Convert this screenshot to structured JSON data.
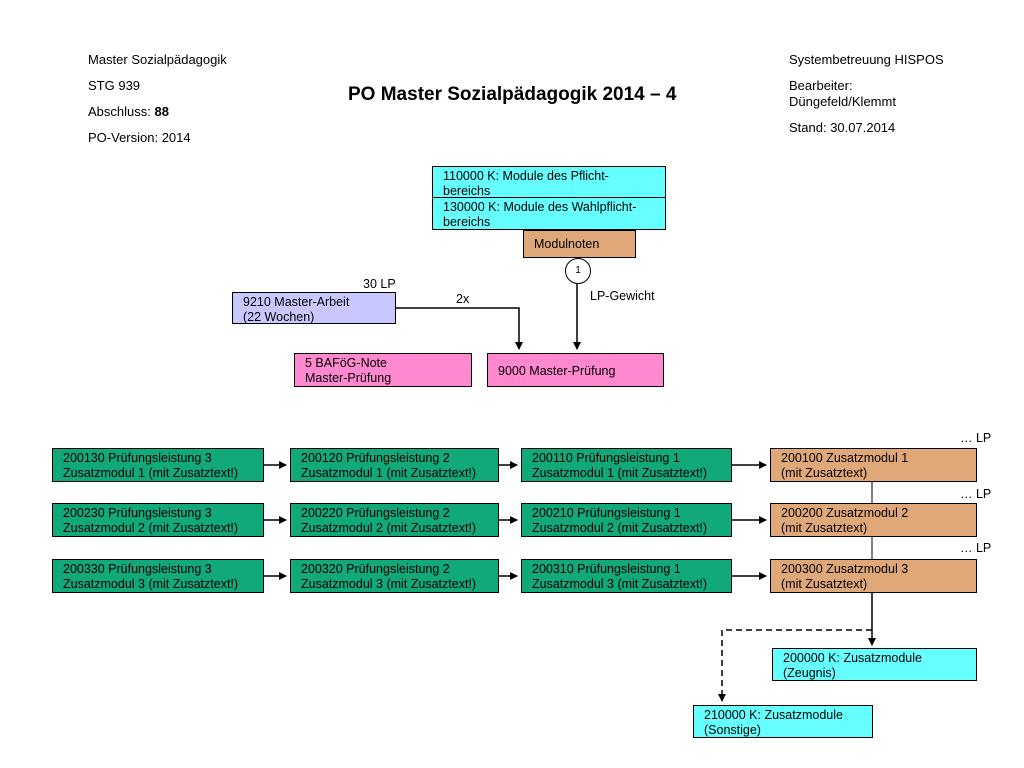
{
  "header_left": {
    "course": "Master Sozialpädagogik",
    "stg": "STG 939",
    "abschluss_label": "Abschluss: ",
    "abschluss_value": "88",
    "po_version": "PO-Version: 2014"
  },
  "header_right": {
    "system": "Systembetreuung HISPOS",
    "bearbeiter_label": "Bearbeiter:",
    "bearbeiter_names": "Düngefeld/Klemmt",
    "stand": "Stand: 30.07.2014"
  },
  "title": "PO Master Sozialpädagogik 2014 – 4",
  "top_boxes": {
    "pflicht_line1": "110000 K: Module des Pflicht-",
    "pflicht_line2": "bereichs",
    "wahlpflicht_line1": "130000 K: Module des Wahlpflicht-",
    "wahlpflicht_line2": "bereichs",
    "modulnoten": "Modulnoten",
    "circle_number": "1",
    "lp_gewicht": "LP-Gewicht"
  },
  "thesis": {
    "lp": "30 LP",
    "line1": "9210 Master-Arbeit",
    "line2": "(22 Wochen)",
    "weight": "2x"
  },
  "bafoeg": {
    "line1": "5 BAFöG-Note",
    "line2": "Master-Prüfung"
  },
  "master_pruefung": "9000 Master-Prüfung",
  "zusatz_rows": [
    {
      "lp": "… LP",
      "p3": [
        "200130 Prüfungsleistung 3",
        "Zusatzmodul 1 (mit Zusatztext!)"
      ],
      "p2": [
        "200120 Prüfungsleistung 2",
        "Zusatzmodul 1 (mit Zusatztext!)"
      ],
      "p1": [
        "200110 Prüfungsleistung 1",
        "Zusatzmodul 1 (mit Zusatztext!)"
      ],
      "modul": [
        "200100 Zusatzmodul 1",
        "(mit Zusatztext)"
      ]
    },
    {
      "lp": "… LP",
      "p3": [
        "200230 Prüfungsleistung 3",
        "Zusatzmodul 2 (mit Zusatztext!)"
      ],
      "p2": [
        "200220 Prüfungsleistung 2",
        "Zusatzmodul 2 (mit Zusatztext!)"
      ],
      "p1": [
        "200210 Prüfungsleistung 1",
        "Zusatzmodul 2 (mit Zusatztext!)"
      ],
      "modul": [
        "200200 Zusatzmodul 2",
        "(mit Zusatztext)"
      ]
    },
    {
      "lp": "… LP",
      "p3": [
        "200330 Prüfungsleistung 3",
        "Zusatzmodul 3 (mit Zusatztext!)"
      ],
      "p2": [
        "200320 Prüfungsleistung 2",
        "Zusatzmodul 3 (mit Zusatztext!)"
      ],
      "p1": [
        "200310 Prüfungsleistung 1",
        "Zusatzmodul 3 (mit Zusatztext!)"
      ],
      "modul": [
        "200300 Zusatzmodul 3",
        "(mit Zusatztext)"
      ]
    }
  ],
  "zeugnis": {
    "line1": "200000 K: Zusatzmodule",
    "line2": "(Zeugnis)"
  },
  "sonstige": {
    "line1": "210000 K: Zusatzmodule",
    "line2": "(Sonstige)"
  },
  "colors": {
    "cyan": "#66ffff",
    "tan": "#e0a878",
    "lavender": "#c8c8ff",
    "pink": "#ff88d0",
    "green": "#11a87a"
  }
}
